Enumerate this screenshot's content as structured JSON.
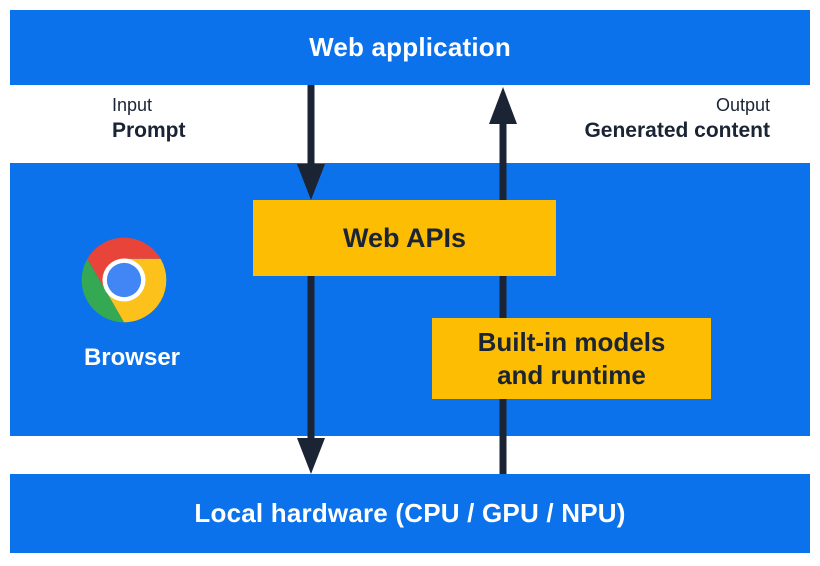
{
  "top_bar": {
    "label": "Web application"
  },
  "io_labels": {
    "input_title": "Input",
    "input_value": "Prompt",
    "output_title": "Output",
    "output_value": "Generated content"
  },
  "browser_panel": {
    "browser_label": "Browser",
    "web_apis_label": "Web APIs",
    "builtin_models_label": "Built-in models\nand runtime"
  },
  "bottom_bar": {
    "label": "Local hardware (CPU / GPU / NPU)"
  },
  "colors": {
    "blue": "#0B72EB",
    "yellow": "#FCBD02",
    "navy": "#1B2434",
    "white": "#FFFFFF",
    "chrome_red": "#E8443A",
    "chrome_yellow": "#FCC21B",
    "chrome_green": "#34A853",
    "chrome_blue": "#4285F4"
  }
}
